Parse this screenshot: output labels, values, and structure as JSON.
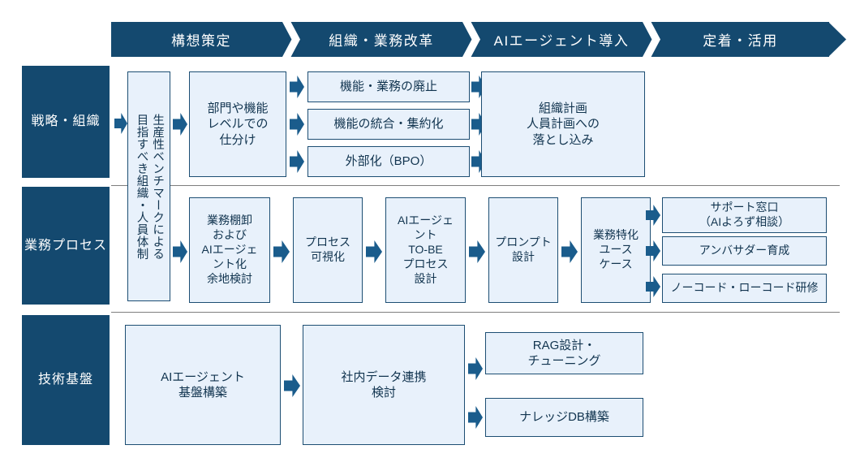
{
  "phases": [
    {
      "label": "構想策定"
    },
    {
      "label": "組織・業務改革"
    },
    {
      "label": "AIエージェント導入"
    },
    {
      "label": "定着・活用"
    }
  ],
  "rows": [
    {
      "label": "戦略・\n組織"
    },
    {
      "label": "業務\nプロセス"
    },
    {
      "label": "技術基盤"
    }
  ],
  "row_labels": {
    "strategy": "戦略・組織",
    "process": "業務プロセス",
    "tech": "技術基盤"
  },
  "benchmark_box": {
    "line1": "生産性ベンチマークによる",
    "line2": "目指すべき組織・人員体制"
  },
  "strategy_row": {
    "sorting": "部門や機能\nレベルでの\n仕分け",
    "items": [
      "機能・業務の廃止",
      "機能の統合・集約化",
      "外部化（BPO）"
    ],
    "plan": "組織計画\n人員計画への\n落とし込み"
  },
  "process_row": {
    "inventory": "業務棚卸\nおよび\nAIエージェ\nント化\n余地検討",
    "visualize": "プロセス\n可視化",
    "tobe": "AIエージェ\nント\nTO-BE\nプロセス\n設計",
    "prompt": "プロンプト\n設計",
    "usecase": "業務特化\nユース\nケース",
    "items": [
      "サポート窓口\n（AIよろず相談）",
      "アンバサダー育成",
      "ノーコード・ローコード研修"
    ]
  },
  "tech_row": {
    "platform": "AIエージェント\n基盤構築",
    "data": "社内データ連携\n検討",
    "items": [
      "RAG設計・\nチューニング",
      "ナレッジDB構築"
    ]
  },
  "colors": {
    "navy": "#14496f",
    "box_fill": "#e8f1fb",
    "box_border": "#1d4e73",
    "arrow": "#1a5c8c",
    "divider": "#7e7e7e",
    "text": "#11344f"
  }
}
